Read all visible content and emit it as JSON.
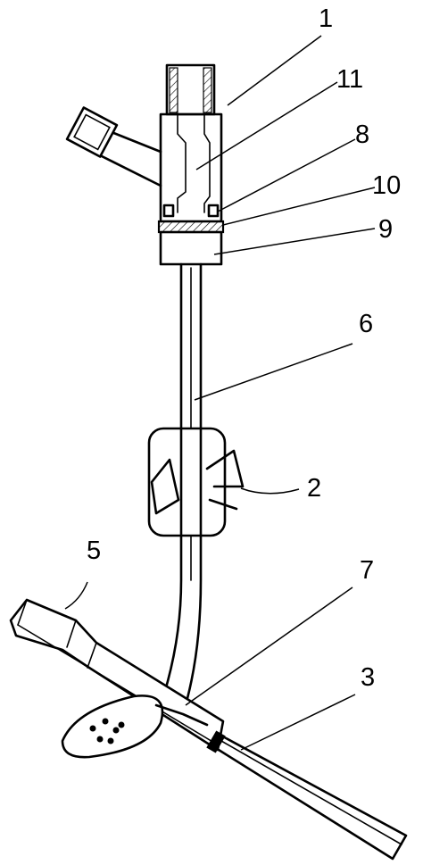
{
  "callouts": [
    {
      "id": "label-1",
      "text": "1"
    },
    {
      "id": "label-11",
      "text": "11"
    },
    {
      "id": "label-8",
      "text": "8"
    },
    {
      "id": "label-10",
      "text": "10"
    },
    {
      "id": "label-9",
      "text": "9"
    },
    {
      "id": "label-6",
      "text": "6"
    },
    {
      "id": "label-2",
      "text": "2"
    },
    {
      "id": "label-5",
      "text": "5"
    },
    {
      "id": "label-7",
      "text": "7"
    },
    {
      "id": "label-3",
      "text": "3"
    }
  ],
  "colors": {
    "line": "#000000",
    "background": "#ffffff"
  }
}
